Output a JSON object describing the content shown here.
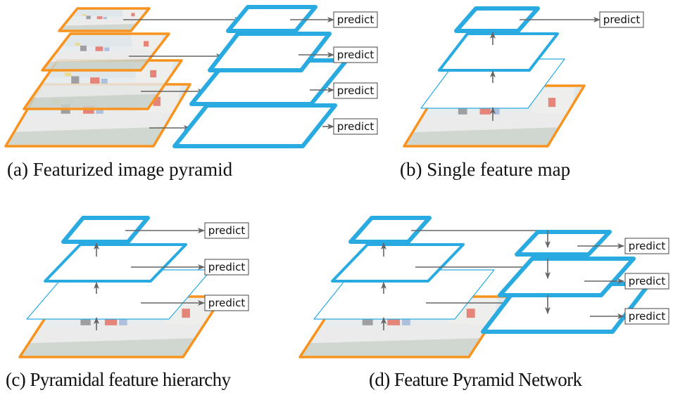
{
  "figure": {
    "colors": {
      "feature_map": "#29abe2",
      "image_border": "#f7931e",
      "arrow": "#666666",
      "predict_border": "#444444",
      "photo_sky": "#dfe6ea",
      "photo_boat": "#e4e6e4",
      "photo_water": "#c9d0c9",
      "photo_red": "#e26a5a"
    },
    "predict_label": "predict",
    "panels": [
      {
        "id": "a",
        "caption": "(a) Featurized image pyramid",
        "image_levels": 4,
        "feature_maps": 4,
        "predict_count": 4
      },
      {
        "id": "b",
        "caption": "(b) Single feature map",
        "image_levels": 1,
        "feature_maps": 3,
        "predict_count": 1
      },
      {
        "id": "c",
        "caption": "(c) Pyramidal feature hierarchy",
        "image_levels": 1,
        "feature_maps": 3,
        "predict_count": 3
      },
      {
        "id": "d",
        "caption": "(d) Feature Pyramid Network",
        "image_levels": 1,
        "feature_maps": 6,
        "predict_count": 3
      }
    ]
  }
}
